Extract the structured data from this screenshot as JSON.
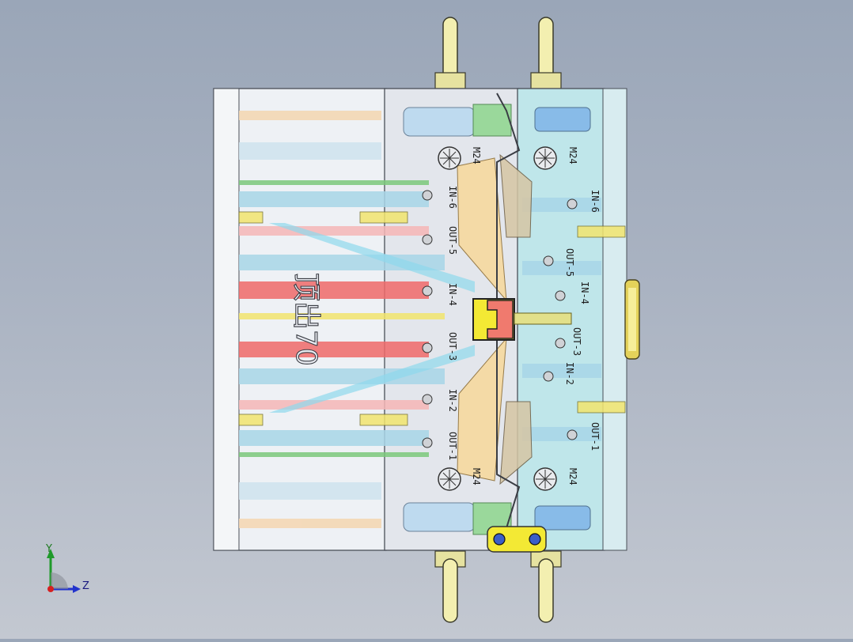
{
  "model": {
    "engraving": "顶出70",
    "port_labels_left": [
      "M24",
      "IN-6",
      "OUT-5",
      "IN-4",
      "OUT-3",
      "IN-2",
      "OUT-1",
      "M24"
    ],
    "port_labels_right": [
      "M24",
      "IN-6",
      "OUT-5",
      "IN-4",
      "OUT-3",
      "IN-2",
      "OUT-1",
      "M24"
    ]
  },
  "triad": {
    "y_label": "Y",
    "z_label": "Z"
  },
  "colors": {
    "background_top": "#9aa6b8",
    "mold_plate_left": "#e9edf2",
    "mold_plate_right": "#bfe6ea",
    "cooling_channel": "#a8d6e8",
    "inlet_channel": "#f06a6a",
    "ejector_pin": "#f2e56e",
    "lifting_eye": "#f3efb0",
    "center_block": "#f3e934",
    "center_insert": "#f07a6e"
  },
  "icons": [
    "lifting-eye-icon",
    "screw-head-icon",
    "triad-axis-icon"
  ]
}
